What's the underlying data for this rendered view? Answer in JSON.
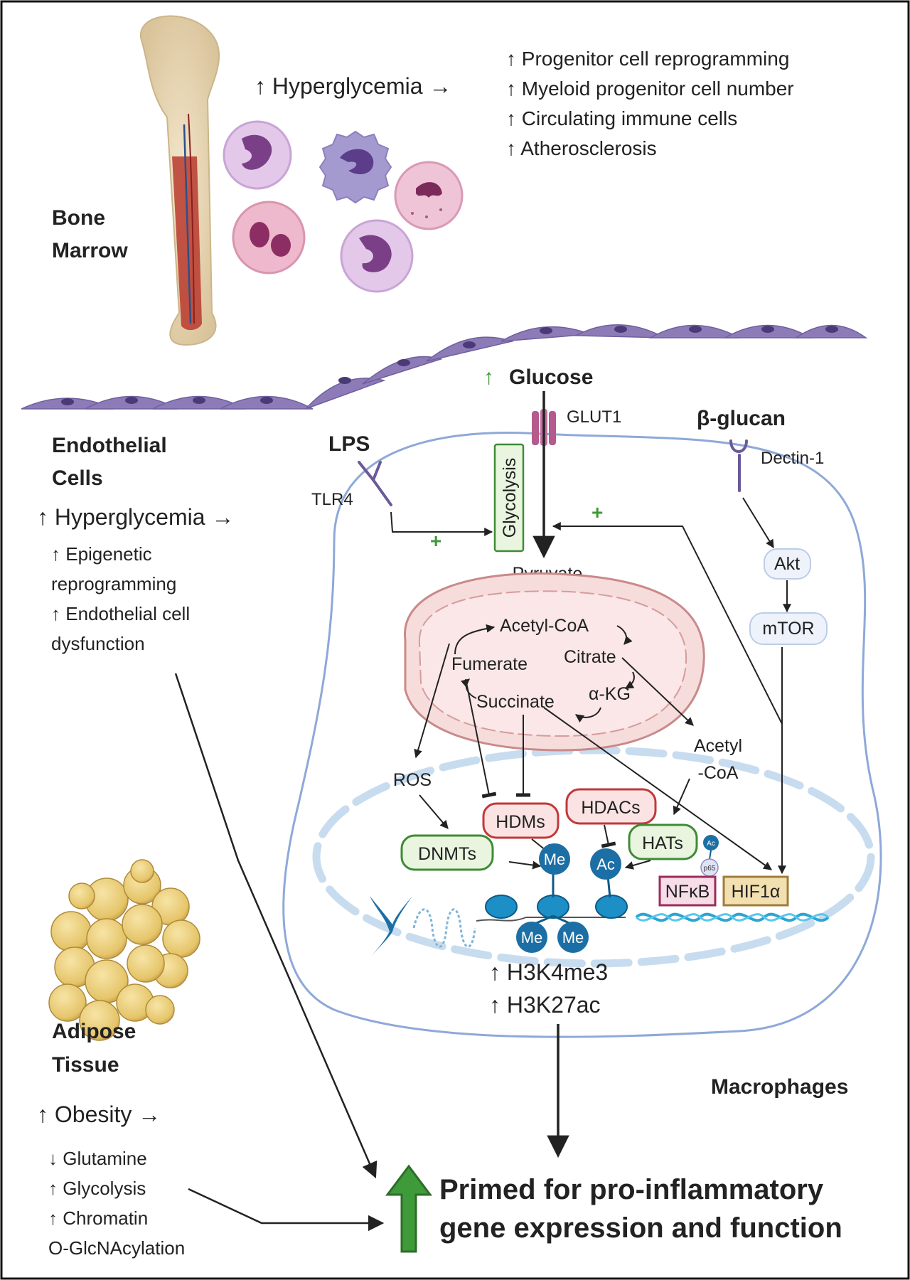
{
  "bone_marrow": {
    "title_line1": "Bone",
    "title_line2": "Marrow",
    "trigger": "↑ Hyperglycemia →",
    "effects": [
      "↑ Progenitor cell reprogramming",
      "↑ Myeloid progenitor cell number",
      "↑ Circulating immune cells",
      "↑ Atherosclerosis"
    ]
  },
  "endothelial": {
    "title_line1": "Endothelial",
    "title_line2": "Cells",
    "trigger": "↑ Hyperglycemia →",
    "effects": [
      "↑ Epigenetic",
      "reprogramming",
      "↑ Endothelial cell",
      "dysfunction"
    ]
  },
  "adipose": {
    "title_line1": "Adipose",
    "title_line2": "Tissue",
    "trigger": "↑ Obesity →",
    "effects": [
      "↓ Glutamine",
      "↑ Glycolysis",
      "↑ Chromatin",
      "O-GlcNAcylation"
    ]
  },
  "macrophage": {
    "label": "Macrophages",
    "glucose_arrow": "↑",
    "glucose": "Glucose",
    "glut1": "GLUT1",
    "lps": "LPS",
    "tlr4": "TLR4",
    "beta_glucan": "β-glucan",
    "dectin1": "Dectin-1",
    "glycolysis": "Glycolysis",
    "plus": "+",
    "pyruvate": "Pyruvate",
    "akt": "Akt",
    "mtor": "mTOR",
    "tca": {
      "acetyl_coa": "Acetyl-CoA",
      "citrate": "Citrate",
      "fumerate": "Fumerate",
      "succinate": "Succinate",
      "akg": "α-KG"
    },
    "ros": "ROS",
    "acetyl_coa_out_line1": "Acetyl",
    "acetyl_coa_out_line2": "-CoA",
    "enzymes": {
      "hdms": "HDMs",
      "hdacs": "HDACs",
      "dnmts": "DNMTs",
      "hats": "HATs",
      "nfkb": "NFκB",
      "hif1a": "HIF1α"
    },
    "marks": {
      "me": "Me",
      "ac": "Ac",
      "ac_small": "Ac",
      "p65": "p65"
    },
    "histone_marks": [
      "↑ H3K4me3",
      "↑ H3K27ac"
    ]
  },
  "outcome": {
    "line1": "Primed for pro-inflammatory",
    "line2": "gene expression and function"
  },
  "colors": {
    "green": "#3f9a3a",
    "enzyme_red_border": "#c0393b",
    "enzyme_red_fill": "#fbe3e3",
    "enzyme_green_border": "#3e8b35",
    "enzyme_green_fill": "#e9f5df",
    "nucleosome_blue": "#1c6fa5",
    "cell_outline": "#8ea9d8",
    "endothelial_purple": "#8d7bb8"
  }
}
